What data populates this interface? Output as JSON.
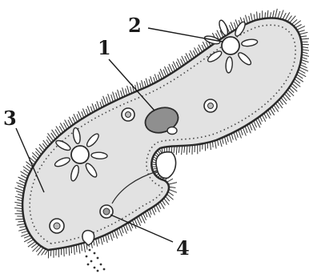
{
  "labels": {
    "label_1": "1",
    "label_2": "2",
    "label_3": "3",
    "label_4": "4"
  },
  "colors": {
    "cell_fill": "#e2e2e2",
    "macronucleus_fill": "#8f8f8f",
    "vacuole_fill": "#ffffff",
    "outline": "#2a2a2a"
  }
}
